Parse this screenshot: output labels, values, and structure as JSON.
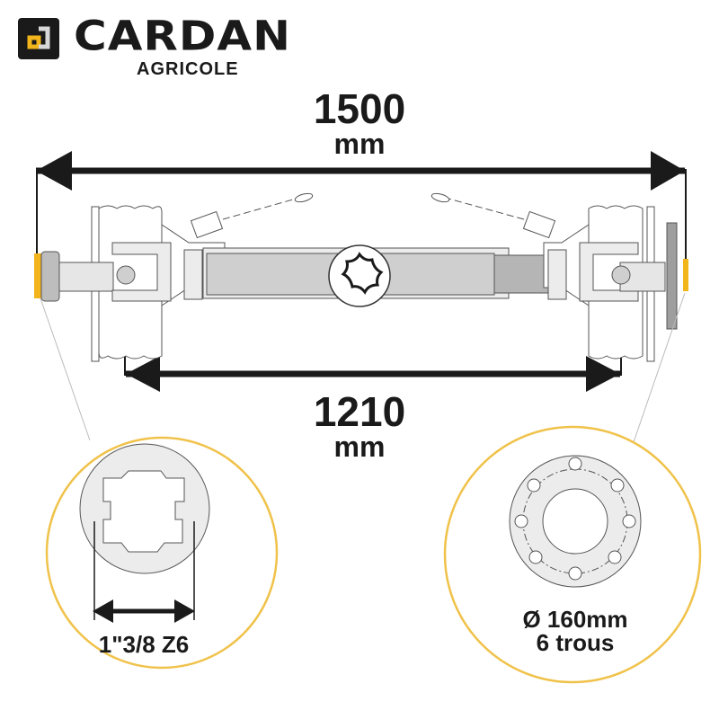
{
  "logo": {
    "brand": "CARDAN",
    "subtitle": "AGRICOLE",
    "icon": "cardan-logo-icon",
    "accent_color": "#f2b51c",
    "dark_color": "#1a1a1a"
  },
  "dimensions": {
    "total_length": {
      "value": "1500",
      "unit": "mm"
    },
    "closed_length": {
      "value": "1210",
      "unit": "mm"
    }
  },
  "details": {
    "left": {
      "label": "1\"3/8 Z6",
      "type": "spline-profile"
    },
    "right": {
      "label_line1": "160mm",
      "diameter_symbol": "Ø",
      "label_line2": "6 trous",
      "type": "flange-profile"
    }
  },
  "colors": {
    "circle_border": "#f0c24a",
    "part_fill": "#ececec",
    "tube_fill": "#cfcfcf",
    "tube_inner_fill": "#b5b5b5",
    "line": "#1a1a1a"
  }
}
